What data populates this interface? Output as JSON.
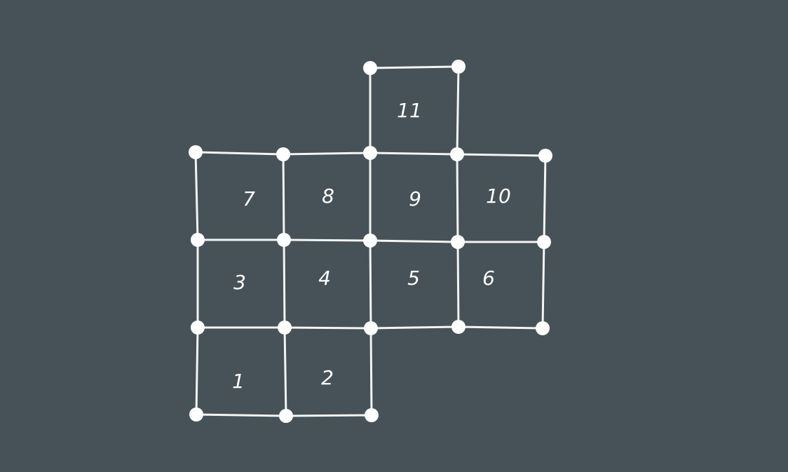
{
  "diagram": {
    "cells": [
      {
        "id": "cell-1",
        "label": "1"
      },
      {
        "id": "cell-2",
        "label": "2"
      },
      {
        "id": "cell-3",
        "label": "3"
      },
      {
        "id": "cell-4",
        "label": "4"
      },
      {
        "id": "cell-5",
        "label": "5"
      },
      {
        "id": "cell-6",
        "label": "6"
      },
      {
        "id": "cell-7",
        "label": "7"
      },
      {
        "id": "cell-8",
        "label": "8"
      },
      {
        "id": "cell-9",
        "label": "9"
      },
      {
        "id": "cell-10",
        "label": "10"
      },
      {
        "id": "cell-11",
        "label": "11"
      }
    ],
    "colors": {
      "background": "#465257",
      "line": "#f4f4f4",
      "node": "#ffffff",
      "text": "#ffffff"
    }
  }
}
